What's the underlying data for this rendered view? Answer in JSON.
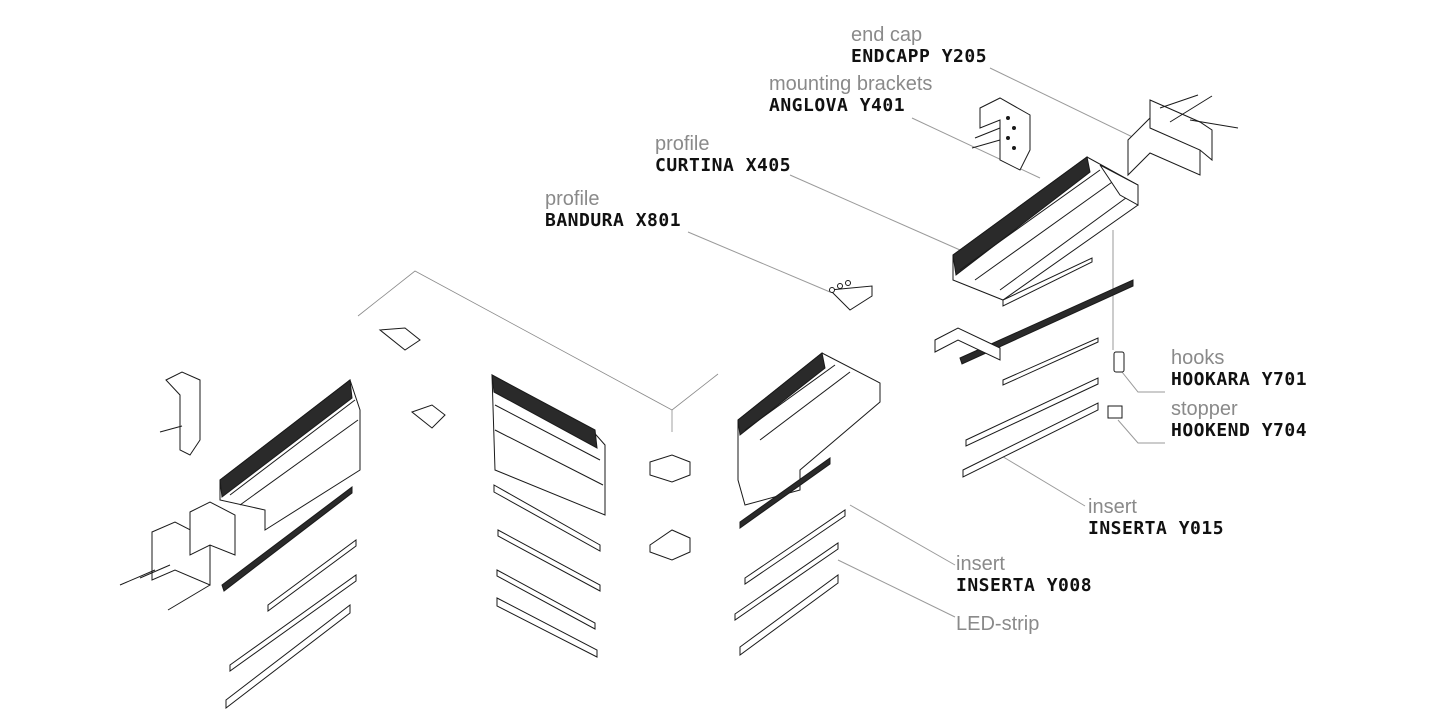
{
  "labels": {
    "endcap": {
      "category": "end cap",
      "code": "ENDCAPP Y205"
    },
    "brackets": {
      "category": "mounting brackets",
      "code": "ANGLOVA Y401"
    },
    "curtina": {
      "category": "profile",
      "code": "CURTINA X405"
    },
    "bandura": {
      "category": "profile",
      "code": "BANDURA X801"
    },
    "hooks": {
      "category": "hooks",
      "code": "HOOKARA Y701"
    },
    "stopper": {
      "category": "stopper",
      "code": "HOOKEND Y704"
    },
    "insert015": {
      "category": "insert",
      "code": "INSERTA Y015"
    },
    "insert008": {
      "category": "insert",
      "code": "INSERTA Y008"
    },
    "led": {
      "category": "LED-strip"
    }
  },
  "colors": {
    "line": "#1a1a1a",
    "leader": "#9a9a9a",
    "fill_dark": "#2a2a2a",
    "label_grey": "#8a8a8a",
    "label_black": "#111111"
  }
}
